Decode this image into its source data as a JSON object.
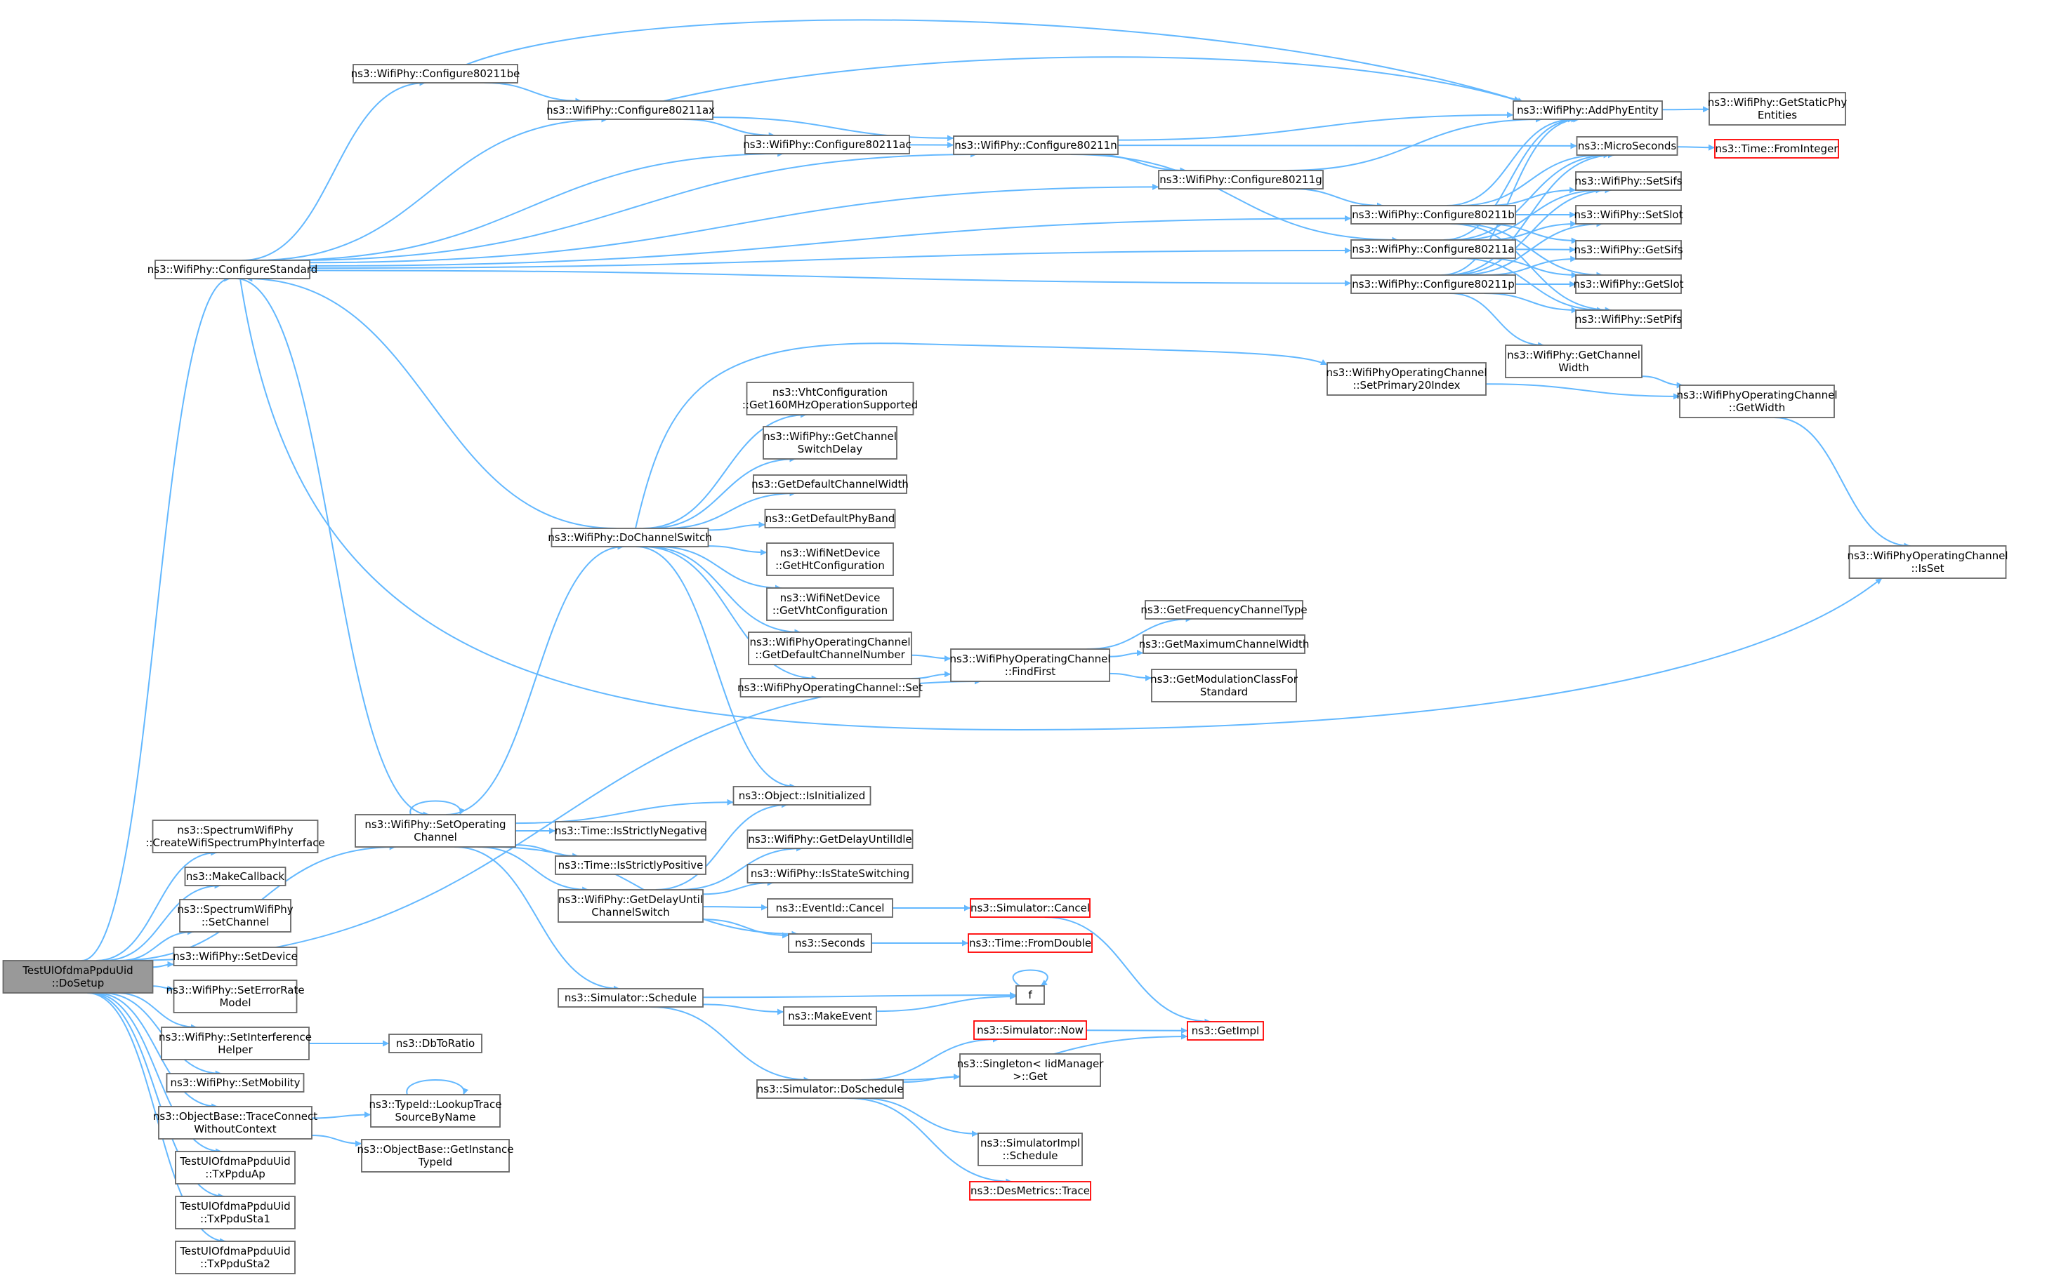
{
  "graph": {
    "nodes": [
      {
        "id": "root",
        "lines": [
          "TestUlOfdmaPpduUid",
          "::DoSetup"
        ],
        "style": "root"
      },
      {
        "id": "configStd",
        "lines": [
          "ns3::WifiPhy::ConfigureStandard"
        ]
      },
      {
        "id": "cfgBE",
        "lines": [
          "ns3::WifiPhy::Configure80211be"
        ]
      },
      {
        "id": "cfgAX",
        "lines": [
          "ns3::WifiPhy::Configure80211ax"
        ]
      },
      {
        "id": "cfgAC",
        "lines": [
          "ns3::WifiPhy::Configure80211ac"
        ]
      },
      {
        "id": "cfgN",
        "lines": [
          "ns3::WifiPhy::Configure80211n"
        ]
      },
      {
        "id": "cfgG",
        "lines": [
          "ns3::WifiPhy::Configure80211g"
        ]
      },
      {
        "id": "cfgB",
        "lines": [
          "ns3::WifiPhy::Configure80211b"
        ]
      },
      {
        "id": "cfgA",
        "lines": [
          "ns3::WifiPhy::Configure80211a"
        ]
      },
      {
        "id": "cfgP",
        "lines": [
          "ns3::WifiPhy::Configure80211p"
        ]
      },
      {
        "id": "addPhy",
        "lines": [
          "ns3::WifiPhy::AddPhyEntity"
        ]
      },
      {
        "id": "getStatic",
        "lines": [
          "ns3::WifiPhy::GetStaticPhy",
          "Entities"
        ]
      },
      {
        "id": "micro",
        "lines": [
          "ns3::MicroSeconds"
        ]
      },
      {
        "id": "fromInt",
        "lines": [
          "ns3::Time::FromInteger"
        ],
        "style": "red"
      },
      {
        "id": "setSifs",
        "lines": [
          "ns3::WifiPhy::SetSifs"
        ]
      },
      {
        "id": "setSlot",
        "lines": [
          "ns3::WifiPhy::SetSlot"
        ]
      },
      {
        "id": "getSifs",
        "lines": [
          "ns3::WifiPhy::GetSifs"
        ]
      },
      {
        "id": "getSlot",
        "lines": [
          "ns3::WifiPhy::GetSlot"
        ]
      },
      {
        "id": "setPifs",
        "lines": [
          "ns3::WifiPhy::SetPifs"
        ]
      },
      {
        "id": "getChW",
        "lines": [
          "ns3::WifiPhy::GetChannel",
          "Width"
        ]
      },
      {
        "id": "setPrim",
        "lines": [
          "ns3::WifiPhyOperatingChannel",
          "::SetPrimary20Index"
        ]
      },
      {
        "id": "opGetW",
        "lines": [
          "ns3::WifiPhyOperatingChannel",
          "::GetWidth"
        ]
      },
      {
        "id": "isSet",
        "lines": [
          "ns3::WifiPhyOperatingChannel",
          "::IsSet"
        ]
      },
      {
        "id": "vht160",
        "lines": [
          "ns3::VhtConfiguration",
          "::Get160MHzOperationSupported"
        ]
      },
      {
        "id": "chSwDelay",
        "lines": [
          "ns3::WifiPhy::GetChannel",
          "SwitchDelay"
        ]
      },
      {
        "id": "defChW",
        "lines": [
          "ns3::GetDefaultChannelWidth"
        ]
      },
      {
        "id": "defBand",
        "lines": [
          "ns3::GetDefaultPhyBand"
        ]
      },
      {
        "id": "htCfg",
        "lines": [
          "ns3::WifiNetDevice",
          "::GetHtConfiguration"
        ]
      },
      {
        "id": "vhtCfg",
        "lines": [
          "ns3::WifiNetDevice",
          "::GetVhtConfiguration"
        ]
      },
      {
        "id": "defChNum",
        "lines": [
          "ns3::WifiPhyOperatingChannel",
          "::GetDefaultChannelNumber"
        ]
      },
      {
        "id": "opSet",
        "lines": [
          "ns3::WifiPhyOperatingChannel::Set"
        ]
      },
      {
        "id": "findFirst",
        "lines": [
          "ns3::WifiPhyOperatingChannel",
          "::FindFirst"
        ]
      },
      {
        "id": "freqType",
        "lines": [
          "ns3::GetFrequencyChannelType"
        ]
      },
      {
        "id": "maxChW",
        "lines": [
          "ns3::GetMaximumChannelWidth"
        ]
      },
      {
        "id": "modClass",
        "lines": [
          "ns3::GetModulationClassFor",
          "Standard"
        ]
      },
      {
        "id": "doChSw",
        "lines": [
          "ns3::WifiPhy::DoChannelSwitch"
        ]
      },
      {
        "id": "isInit",
        "lines": [
          "ns3::Object::IsInitialized"
        ]
      },
      {
        "id": "setOpCh",
        "lines": [
          "ns3::WifiPhy::SetOperating",
          "Channel"
        ]
      },
      {
        "id": "strictNeg",
        "lines": [
          "ns3::Time::IsStrictlyNegative"
        ]
      },
      {
        "id": "strictPos",
        "lines": [
          "ns3::Time::IsStrictlyPositive"
        ]
      },
      {
        "id": "getDelayCS",
        "lines": [
          "ns3::WifiPhy::GetDelayUntil",
          "ChannelSwitch"
        ]
      },
      {
        "id": "delayIdle",
        "lines": [
          "ns3::WifiPhy::GetDelayUntilIdle"
        ]
      },
      {
        "id": "isStateSw",
        "lines": [
          "ns3::WifiPhy::IsStateSwitching"
        ]
      },
      {
        "id": "evCancel",
        "lines": [
          "ns3::EventId::Cancel"
        ]
      },
      {
        "id": "simCancel",
        "lines": [
          "ns3::Simulator::Cancel"
        ],
        "style": "red"
      },
      {
        "id": "seconds",
        "lines": [
          "ns3::Seconds"
        ]
      },
      {
        "id": "fromDouble",
        "lines": [
          "ns3::Time::FromDouble"
        ],
        "style": "red"
      },
      {
        "id": "schedule",
        "lines": [
          "ns3::Simulator::Schedule"
        ]
      },
      {
        "id": "fnode",
        "lines": [
          "f"
        ]
      },
      {
        "id": "makeEvent",
        "lines": [
          "ns3::MakeEvent"
        ]
      },
      {
        "id": "getImpl",
        "lines": [
          "ns3::GetImpl"
        ],
        "style": "red"
      },
      {
        "id": "simNow",
        "lines": [
          "ns3::Simulator::Now"
        ],
        "style": "red"
      },
      {
        "id": "singleton",
        "lines": [
          "ns3::Singleton< IidManager",
          ">::Get"
        ]
      },
      {
        "id": "doSched",
        "lines": [
          "ns3::Simulator::DoSchedule"
        ]
      },
      {
        "id": "implSched",
        "lines": [
          "ns3::SimulatorImpl",
          "::Schedule"
        ]
      },
      {
        "id": "desTrace",
        "lines": [
          "ns3::DesMetrics::Trace"
        ],
        "style": "red"
      },
      {
        "id": "createSpec",
        "lines": [
          "ns3::SpectrumWifiPhy",
          "::CreateWifiSpectrumPhyInterface"
        ]
      },
      {
        "id": "makeCb",
        "lines": [
          "ns3::MakeCallback"
        ]
      },
      {
        "id": "specSetCh",
        "lines": [
          "ns3::SpectrumWifiPhy",
          "::SetChannel"
        ]
      },
      {
        "id": "setDevice",
        "lines": [
          "ns3::WifiPhy::SetDevice"
        ]
      },
      {
        "id": "setErr",
        "lines": [
          "ns3::WifiPhy::SetErrorRate",
          "Model"
        ]
      },
      {
        "id": "setInterf",
        "lines": [
          "ns3::WifiPhy::SetInterference",
          "Helper"
        ]
      },
      {
        "id": "dbToRatio",
        "lines": [
          "ns3::DbToRatio"
        ]
      },
      {
        "id": "setMob",
        "lines": [
          "ns3::WifiPhy::SetMobility"
        ]
      },
      {
        "id": "traceConn",
        "lines": [
          "ns3::ObjectBase::TraceConnect",
          "WithoutContext"
        ]
      },
      {
        "id": "lookupTrace",
        "lines": [
          "ns3::TypeId::LookupTrace",
          "SourceByName"
        ]
      },
      {
        "id": "getInstTid",
        "lines": [
          "ns3::ObjectBase::GetInstance",
          "TypeId"
        ]
      },
      {
        "id": "txAp",
        "lines": [
          "TestUlOfdmaPpduUid",
          "::TxPpduAp"
        ]
      },
      {
        "id": "txSta1",
        "lines": [
          "TestUlOfdmaPpduUid",
          "::TxPpduSta1"
        ]
      },
      {
        "id": "txSta2",
        "lines": [
          "TestUlOfdmaPpduUid",
          "::TxPpduSta2"
        ]
      }
    ],
    "colors": {
      "edge": "#63b8ff",
      "node_border": "#666666",
      "node_border_truncated": "#ff0000",
      "root_fill": "#999999"
    }
  }
}
